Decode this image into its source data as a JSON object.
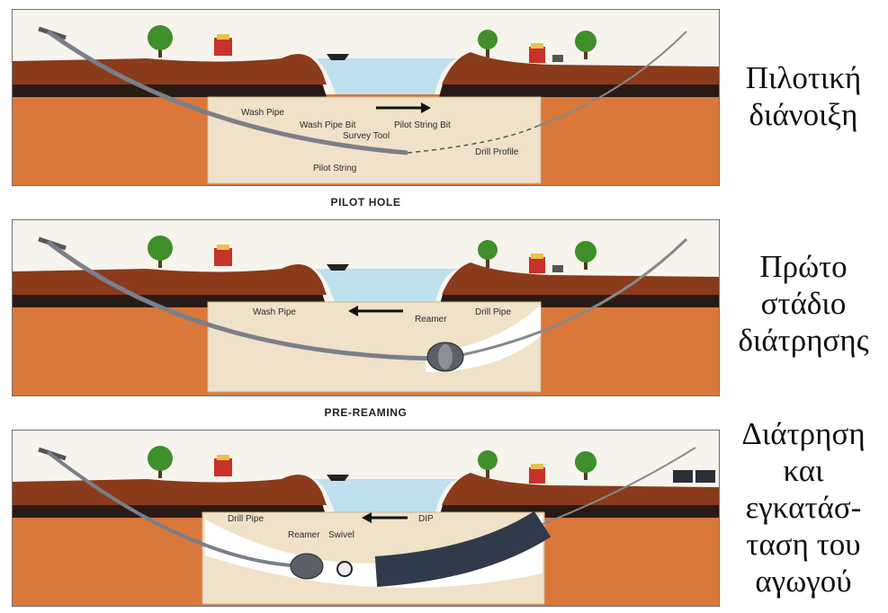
{
  "panels": [
    {
      "caption": "PILOT HOLE",
      "labels": {
        "wash_pipe": "Wash Pipe",
        "wash_pipe_bit": "Wash Pipe Bit",
        "pilot_string_bit": "Pilot String Bit",
        "survey_tool": "Survey Tool",
        "drill_profile": "Drill Profile",
        "pilot_string": "Pilot String"
      },
      "greek": [
        "Πιλοτική",
        "διάνοιξη"
      ],
      "direction": "right"
    },
    {
      "caption": "PRE-REAMING",
      "labels": {
        "wash_pipe": "Wash Pipe",
        "reamer": "Reamer",
        "drill_pipe": "Drill Pipe"
      },
      "greek": [
        "Πρώτο",
        "στάδιο",
        "διάτρησης"
      ],
      "direction": "left"
    },
    {
      "caption": "",
      "labels": {
        "drill_pipe": "Drill Pipe",
        "reamer": "Reamer",
        "swivel": "Swivel",
        "dip": "DIP"
      },
      "greek": [
        "Διάτρηση",
        "και",
        "εγκατάσ-",
        "ταση του",
        "αγωγού"
      ],
      "direction": "left"
    }
  ],
  "colors": {
    "sky": "#f7f4ee",
    "water": "#bfe0ee",
    "topsoil": "#8a3b1c",
    "dark_layer": "#2a1a14",
    "deep_soil": "#d9783a",
    "cutaway": "#efe2c8",
    "tree": "#3f8f2a",
    "truck": "#c8322a",
    "pipe": "#2f3a4a"
  }
}
